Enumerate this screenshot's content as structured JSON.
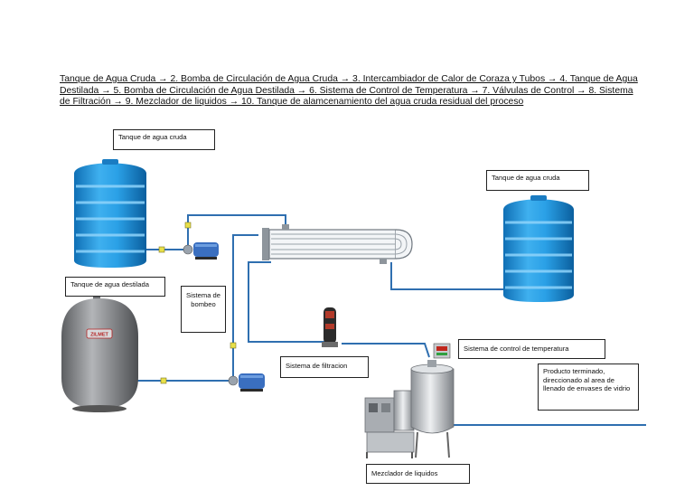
{
  "header": {
    "process_text": "Tanque de Agua Cruda → 2. Bomba de Circulación de Agua Cruda → 3. Intercambiador de Calor de Coraza y Tubos → 4. Tanque de Agua Destilada → 5. Bomba de Circulación de Agua Destilada → 6. Sistema de Control de Temperatura → 7. Válvulas de Control → 8. Sistema de Filtración → 9. Mezclador de liquidos → 10. Tanque de alamcenamiento del agua cruda residual del proceso"
  },
  "labels": {
    "raw_tank_left": "Tanque de agua cruda",
    "raw_tank_right": "Tanque de agua cruda",
    "distilled_tank": "Tanque de agua destilada",
    "pumping": "Sistema de bombeo",
    "filtration": "Sistema de filtracion",
    "temp_control": "Sistema de control de temperatura",
    "finished_product": "Producto terminado, direccionado al area de llenado de envases de vidrio",
    "mixer": "Mezclador de liquidos"
  },
  "equipment": {
    "distilled_tank_brand": "ZILMET"
  },
  "colors": {
    "water_tank": "#1e8fd6",
    "pipe": "#2f6fb0",
    "pump": "#3a6fc0",
    "steel": "#c9ccd0",
    "grey_tank": "#8a8c8f"
  }
}
